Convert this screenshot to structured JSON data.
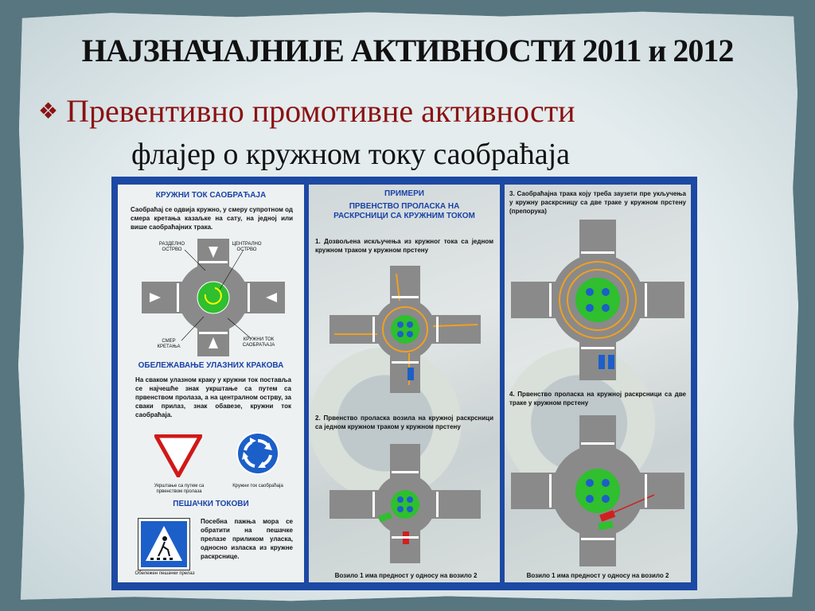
{
  "slide": {
    "title": "НАЈЗНАЧАЈНИЈЕ АКТИВНОСТИ 2011 и 2012",
    "bullet": "❖",
    "subtitle": "Превентивно промотивне активности",
    "subtitle2": "флајер о кружном току саобраћаја"
  },
  "colors": {
    "accent_red": "#8b1212",
    "flyer_blue": "#1c49a3",
    "heading_blue": "#1842a8"
  },
  "flyer": {
    "left": {
      "heading1": "КРУЖНИ ТОК САОБРАЋАЈА",
      "text1": "Саобраћај се одвија кружно, у смеру супротном од смера кретања казаљке на сату, на једној или више саобраћајних трака.",
      "labels": {
        "splitter": "РАЗДЕЛНО ОСТРВО",
        "central": "ЦЕНТРАЛНО ОСТРВО",
        "direction": "СМЕР КРЕТАЊА",
        "flow": "КРУЖНИ ТОК САОБРАЋАЈА"
      },
      "heading2": "ОБЕЛЕЖАВАЊЕ УЛАЗНИХ КРАКОВА",
      "text2": "На сваком улазном краку у кружни ток поставља се најчешће знак укрштање са путем са првенством пролаза, а на централном острву, за сваки прилаз, знак обавезе, кружни ток саобраћаја.",
      "sign1_caption": "Укрштање са путем са првенством пролаза",
      "sign2_caption": "Кружни ток саобраћаја",
      "heading3": "ПЕШАЧКИ ТОКОВИ",
      "text3": "Посебна пажња мора се обратити на пешачке прелазе приликом уласка, односно изласка из кружне раскрснице.",
      "ped_caption": "Обележен пешачки прелаз"
    },
    "middle": {
      "heading1": "ПРИМЕРИ",
      "heading2": "ПРВЕНСТВО ПРОЛАСКА НА РАСКРСНИЦИ СА КРУЖНИМ ТОКОМ",
      "item1": "1. Дозвољена искључења из кружног тока са једном кружном траком у кружном прстену",
      "item2": "2. Првенство пролаcка возила на кружној раскрсници са једном кружном траком у кружном прстену",
      "caption": "Возило 1 има предност у односу на возило 2"
    },
    "right": {
      "item3": "3. Саобраћајна трака коју треба заузети пре укључења у кружну раскрсницу са две траке у кружном прстену (препорука)",
      "item4": "4. Првенство пролаcка на кружној раскрсници са две траке у кружном прстену",
      "caption": "Возило 1 има предност у односу на возило 2"
    }
  }
}
